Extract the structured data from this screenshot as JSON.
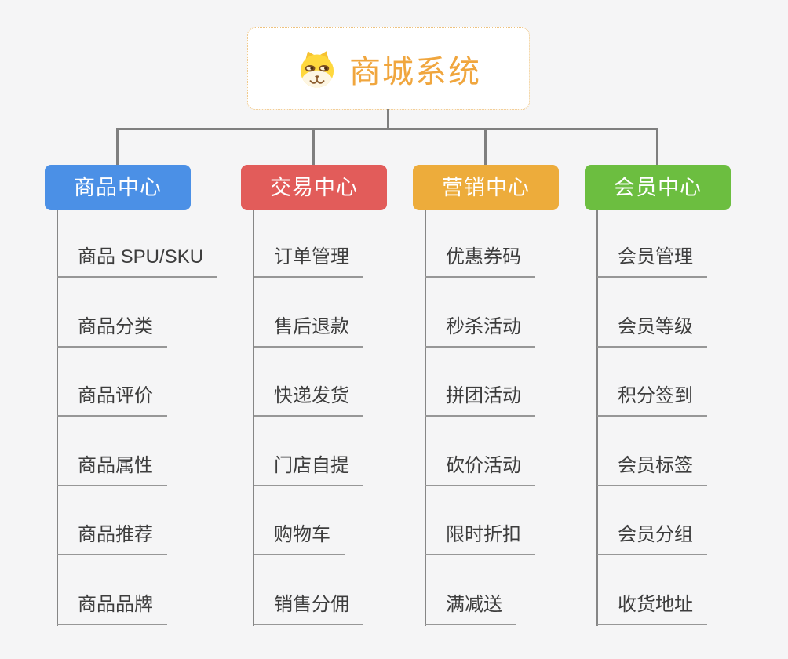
{
  "background_color": "#f5f5f6",
  "connector_color": "#7f7f7f",
  "root": {
    "title": "商城系统",
    "title_color": "#f0a63e",
    "icon": "shiba-dog-icon",
    "border_color": "#eec27e"
  },
  "branches": [
    {
      "label": "商品中心",
      "color": "#4b90e6",
      "items": [
        "商品 SPU/SKU",
        "商品分类",
        "商品评价",
        "商品属性",
        "商品推荐",
        "商品品牌"
      ]
    },
    {
      "label": "交易中心",
      "color": "#e25c5a",
      "items": [
        "订单管理",
        "售后退款",
        "快递发货",
        "门店自提",
        "购物车",
        "销售分佣"
      ]
    },
    {
      "label": "营销中心",
      "color": "#edac3b",
      "items": [
        "优惠券码",
        "秒杀活动",
        "拼团活动",
        "砍价活动",
        "限时折扣",
        "满减送"
      ]
    },
    {
      "label": "会员中心",
      "color": "#6cbe40",
      "items": [
        "会员管理",
        "会员等级",
        "积分签到",
        "会员标签",
        "会员分组",
        "收货地址"
      ]
    }
  ]
}
